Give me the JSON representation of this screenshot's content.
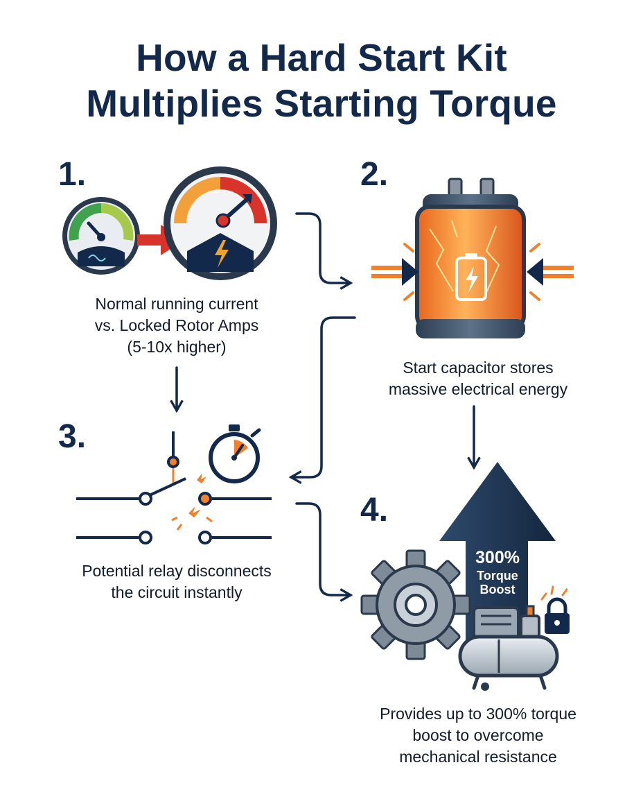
{
  "title": {
    "line1": "How a Hard Start Kit",
    "line2": "Multiplies Starting Torque"
  },
  "steps": [
    {
      "number": "1.",
      "lines": [
        "Normal running current",
        "vs. Locked Rotor Amps",
        "(5-10x higher)"
      ]
    },
    {
      "number": "2.",
      "lines": [
        "Start capacitor stores",
        "massive electrical energy"
      ]
    },
    {
      "number": "3.",
      "lines": [
        "Potential relay disconnects",
        "the circuit instantly"
      ]
    },
    {
      "number": "4.",
      "lines": [
        "Provides up to 300% torque",
        "boost to overcome",
        "mechanical resistance"
      ]
    }
  ],
  "boost_arrow": {
    "value": "300%",
    "line1": "Torque",
    "line2": "Boost"
  },
  "icons": [
    "gauge-normal-icon",
    "gauge-locked-rotor-icon",
    "lightning-icon",
    "capacitor-icon",
    "battery-icon",
    "stopwatch-icon",
    "relay-switch-icon",
    "spark-icon",
    "gear-icon",
    "compressor-icon",
    "padlock-icon",
    "flow-arrow-icon"
  ],
  "colors": {
    "navy": "#13294b",
    "orange": "#f0802a",
    "red": "#d9342b",
    "green": "#3fa34d",
    "steel": "#8a96a3"
  }
}
